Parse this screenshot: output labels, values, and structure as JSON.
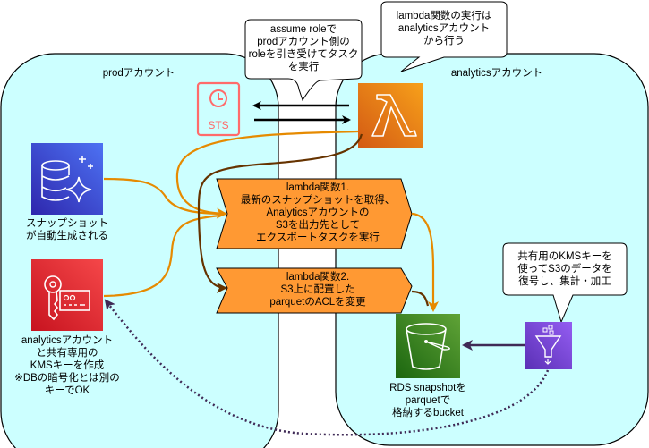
{
  "accounts": {
    "prod": {
      "label": "prodアカウント",
      "fill": "#ccffff"
    },
    "analytics": {
      "label": "analyticsアカウント",
      "fill": "#ccffff"
    }
  },
  "callouts": {
    "assume_role": "assume roleで\nprodアカウント側の\nroleを引き受けてタスク\nを実行",
    "lambda_exec": "lambda関数の実行は\nanalyticsアカウント\nから行う",
    "kms_use": "共有用のKMSキーを\n使ってS3のデータを\n復号し、集計・加工"
  },
  "services": {
    "sts": {
      "icon": "sts-icon",
      "text": "STS",
      "color": "#ff6b6b"
    },
    "lambda": {
      "icon": "lambda-icon",
      "color_from": "#f7a01a",
      "color_to": "#d35a14"
    },
    "rds": {
      "icon": "rds-snapshot-icon",
      "label": "スナップショット\nが自動生成される",
      "color_from": "#4d72f3",
      "color_to": "#2e27ad"
    },
    "kms": {
      "icon": "kms-key-icon",
      "label": "analyticsアカウント\nと共有専用の\nKMSキーを作成\n※DBの暗号化とは別の\nキーでOK",
      "color_from": "#f54749",
      "color_to": "#c7131f"
    },
    "s3": {
      "icon": "s3-bucket-icon",
      "label": "RDS snapshotを\nparquetで\n格納するbucket",
      "color_from": "#60a337",
      "color_to": "#1b660f"
    },
    "glue": {
      "icon": "glue-filter-icon",
      "color_from": "#945df2",
      "color_to": "#5a30b5"
    }
  },
  "steps": {
    "lambda1": "lambda関数1.\n最新のスナップショットを取得、\nAnalyticsアカウントの\nS3を出力先として\nエクスポートタスクを実行",
    "lambda2": "lambda関数2.\nS3上に配置した\nparquetのACLを変更",
    "fill": "#ff9933"
  },
  "edges": {
    "orange": "#e68a00",
    "brown": "#663300",
    "purple": "#3f2a56",
    "black": "#000000"
  }
}
